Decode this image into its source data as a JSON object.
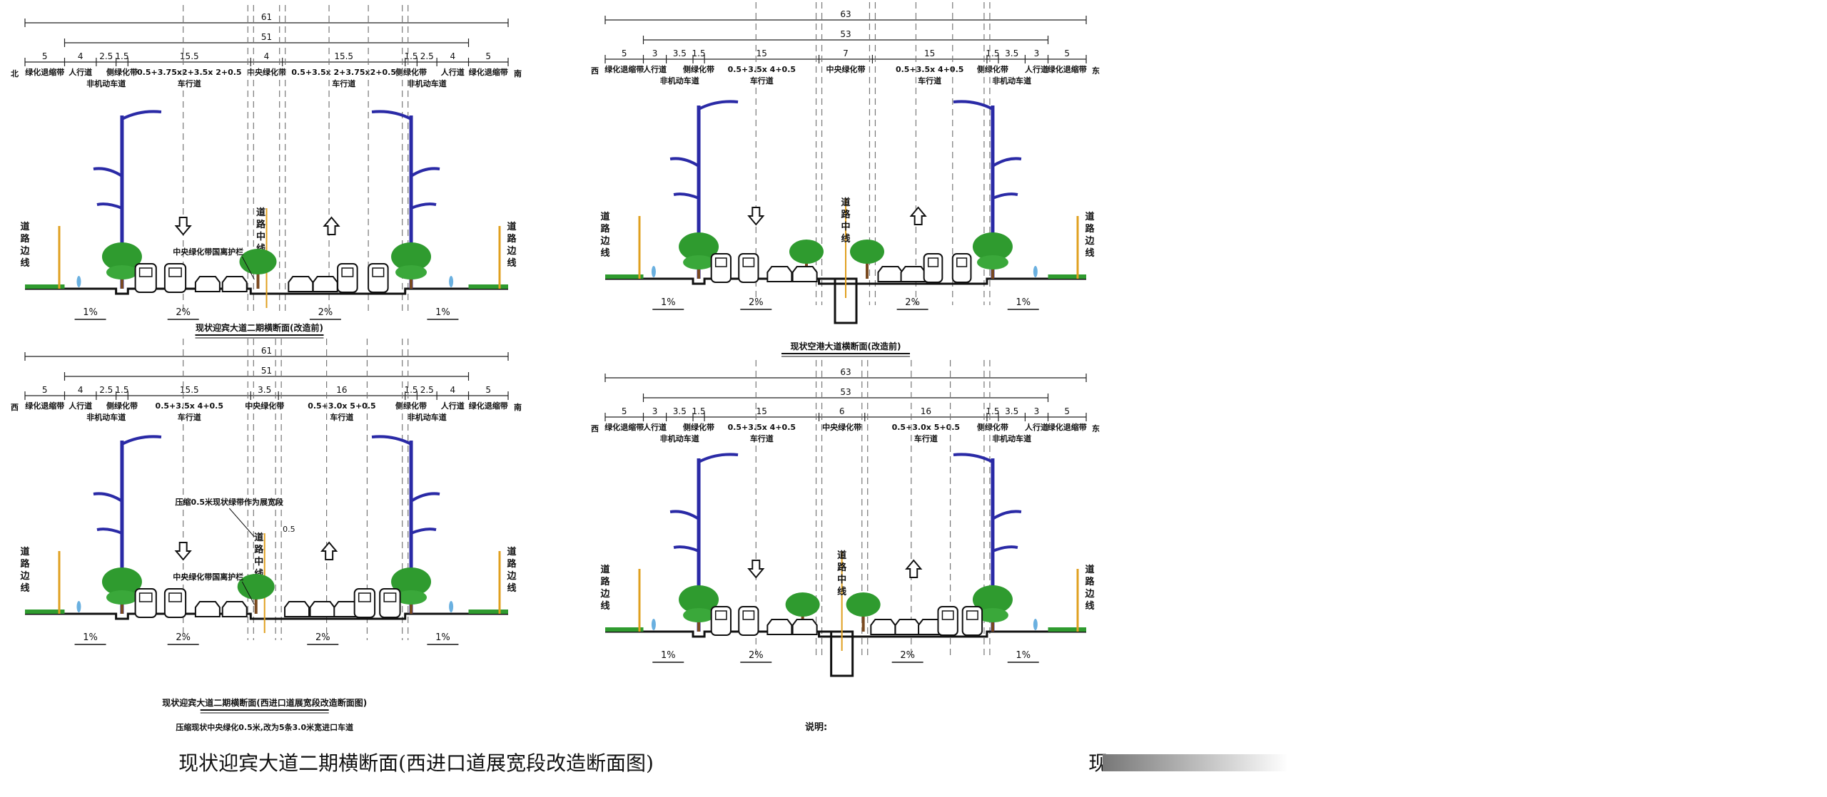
{
  "colors": {
    "road_edge": "#e0a020",
    "lamp": "#2a2aa6",
    "grass": "#2f9b2f",
    "note": "#d02020"
  },
  "panels": {
    "p1": {
      "total": "61",
      "subtotal": "51",
      "left_dir": "北",
      "right_dir": "南",
      "dims": [
        {
          "v": "5",
          "l": "绿化退缩带"
        },
        {
          "v": "4",
          "l": "人行道"
        },
        {
          "v": "2.5",
          "l": "非机动车道"
        },
        {
          "v": "1.5",
          "l": "侧绿化带"
        },
        {
          "v": "15.5",
          "l": "0.5+3.75x2+3.5x 2+0.5",
          "l2": "车行道"
        },
        {
          "v": "4",
          "l": "中央绿化带"
        },
        {
          "v": "15.5",
          "l": "0.5+3.5x 2+3.75x2+0.5",
          "l2": "车行道"
        },
        {
          "v": "1.5",
          "l": "侧绿化带"
        },
        {
          "v": "2.5",
          "l": "非机动车道"
        },
        {
          "v": "4",
          "l": "人行道"
        },
        {
          "v": "5",
          "l": "绿化退缩带"
        }
      ],
      "median_note": "中央绿化带国离护栏",
      "road_text": "道路边线",
      "center_text": "道路中线",
      "slopes": [
        "1%",
        "2%",
        "2%",
        "1%"
      ],
      "title": "现状迎宾大道二期横断面(改造前)"
    },
    "p2": {
      "total": "61",
      "subtotal": "51",
      "left_dir": "西",
      "right_dir": "南",
      "dims": [
        {
          "v": "5",
          "l": "绿化退缩带"
        },
        {
          "v": "4",
          "l": "人行道"
        },
        {
          "v": "2.5",
          "l": "非机动车道"
        },
        {
          "v": "1.5",
          "l": "侧绿化带"
        },
        {
          "v": "15.5",
          "l": "0.5+3.5x 4+0.5",
          "l2": "车行道"
        },
        {
          "v": "3.5",
          "l": "中央绿化带"
        },
        {
          "v": "16",
          "l": "0.5+3.0x 5+0.5",
          "l2": "车行道"
        },
        {
          "v": "1.5",
          "l": "侧绿化带"
        },
        {
          "v": "2.5",
          "l": "非机动车道"
        },
        {
          "v": "4",
          "l": "人行道"
        },
        {
          "v": "5",
          "l": "绿化退缩带"
        }
      ],
      "median_note": "中央绿化带国离护栏",
      "compress_note": "压缩0.5米现状绿带作为展宽段",
      "compress_dim": "0.5",
      "road_text": "道路边线",
      "center_text": "道路中线",
      "slopes": [
        "1%",
        "2%",
        "2%",
        "1%"
      ],
      "title": "现状迎宾大道二期横断面(西进口道展宽段改造断面图)",
      "note_red": "压缩现状中央绿化0.5米,改为5条3.0米宽进口车道",
      "shuoming": "说明:"
    },
    "p3": {
      "total": "63",
      "subtotal": "53",
      "left_dir": "西",
      "right_dir": "东",
      "dims": [
        {
          "v": "5",
          "l": "绿化退缩带"
        },
        {
          "v": "3",
          "l": "人行道"
        },
        {
          "v": "3.5",
          "l": "非机动车道"
        },
        {
          "v": "1.5",
          "l": "侧绿化带"
        },
        {
          "v": "15",
          "l": "0.5+3.5x 4+0.5",
          "l2": "车行道"
        },
        {
          "v": "7",
          "l": "中央绿化带"
        },
        {
          "v": "15",
          "l": "0.5+3.5x 4+0.5",
          "l2": "车行道"
        },
        {
          "v": "1.5",
          "l": "侧绿化带"
        },
        {
          "v": "3.5",
          "l": "非机动车道"
        },
        {
          "v": "3",
          "l": "人行道"
        },
        {
          "v": "5",
          "l": "绿化退缩带"
        }
      ],
      "road_text": "道路边线",
      "center_text": "道路中线",
      "slopes": [
        "1%",
        "2%",
        "2%",
        "1%"
      ],
      "title": "现状空港大道横断面(改造前)"
    },
    "p4": {
      "total": "63",
      "subtotal": "53",
      "left_dir": "西",
      "right_dir": "东",
      "dims": [
        {
          "v": "5",
          "l": "绿化退缩带"
        },
        {
          "v": "3",
          "l": "人行道"
        },
        {
          "v": "3.5",
          "l": "非机动车道"
        },
        {
          "v": "1.5",
          "l": "侧绿化带"
        },
        {
          "v": "15",
          "l": "0.5+3.5x 4+0.5",
          "l2": "车行道"
        },
        {
          "v": "6",
          "l": "中央绿化带"
        },
        {
          "v": "16",
          "l": "0.5+3.0x 5+0.5",
          "l2": "车行道"
        },
        {
          "v": "1.5",
          "l": "侧绿化带"
        },
        {
          "v": "3.5",
          "l": "非机动车道"
        },
        {
          "v": "3",
          "l": "人行道"
        },
        {
          "v": "5",
          "l": "绿化退缩带"
        }
      ],
      "road_text": "道路边线",
      "center_text": "道路中线",
      "slopes": [
        "1%",
        "2%",
        "2%",
        "1%"
      ]
    }
  },
  "captions": {
    "left": "现状迎宾大道二期横断面(西进口道展宽段改造断面图)",
    "right": "现"
  }
}
